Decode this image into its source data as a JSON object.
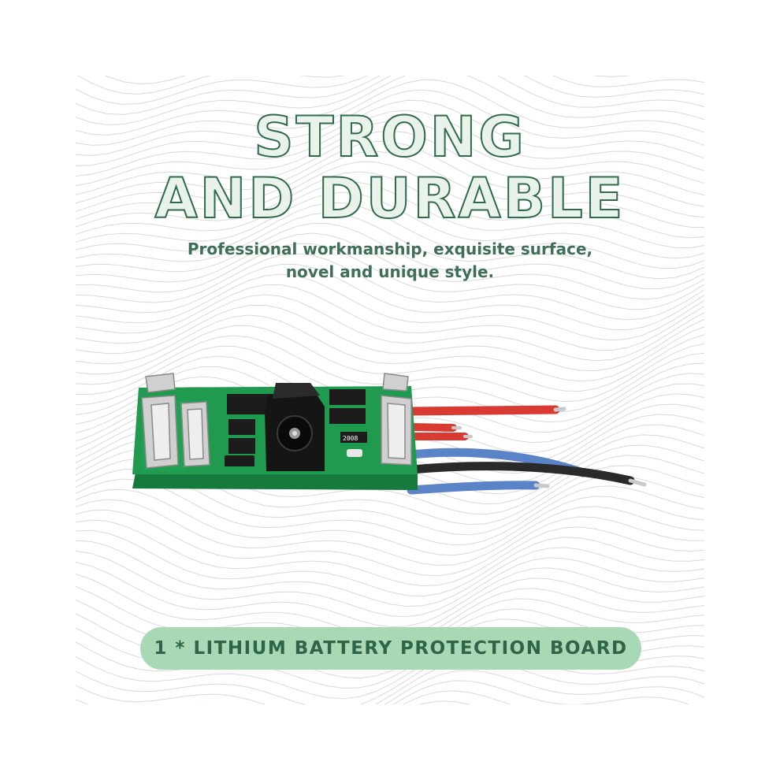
{
  "headline": {
    "line1": "STRONG",
    "line2": "AND DURABLE"
  },
  "subtitle": {
    "line1": "Professional workmanship, exquisite surface,",
    "line2": "novel and unique style."
  },
  "product": {
    "chip_label": "2008"
  },
  "caption": "1 * LITHIUM BATTERY PROTECTION BOARD",
  "colors": {
    "headline_green": "#2f6a4a",
    "pcb_green": "#1f9a4f",
    "pill_green": "#a9d9b4",
    "wire_red": "#d93a32",
    "wire_blue": "#5b84c8",
    "wire_black": "#2a2a2a"
  }
}
